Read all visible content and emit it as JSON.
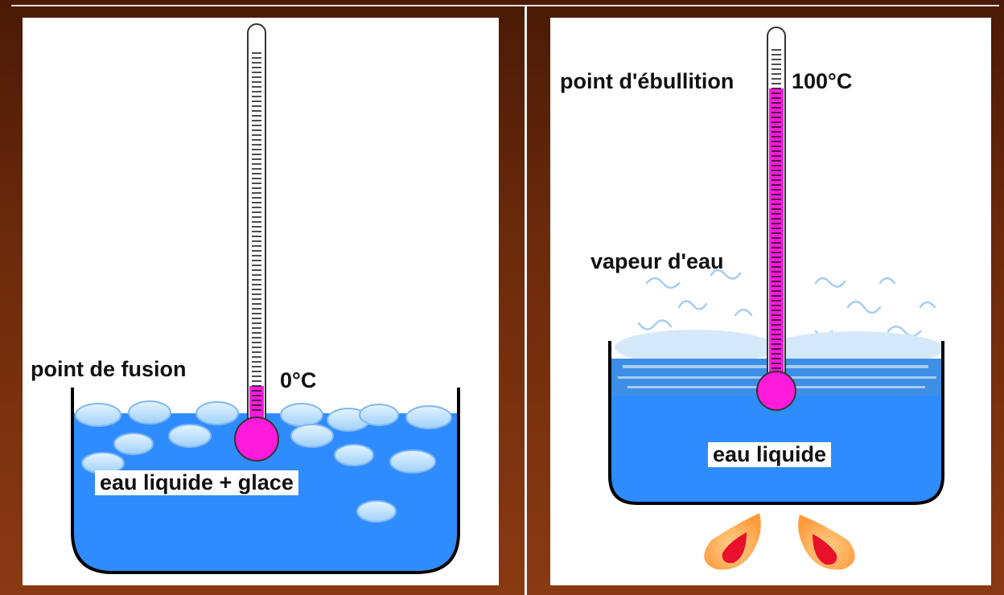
{
  "left_panel": {
    "label_point": "point de fusion",
    "label_temp": "0°C",
    "label_water": "eau liquide + glace"
  },
  "right_panel": {
    "label_point": "point d'ébullition",
    "label_temp": "100°C",
    "label_vapor": "vapeur d'eau",
    "label_water": "eau liquide"
  },
  "colors": {
    "water": "#2f8cff",
    "mercury": "#ff1adc",
    "ice": "#bfe4ff",
    "flame_outer": "#ff9a3c",
    "flame_inner": "#e8102a"
  }
}
